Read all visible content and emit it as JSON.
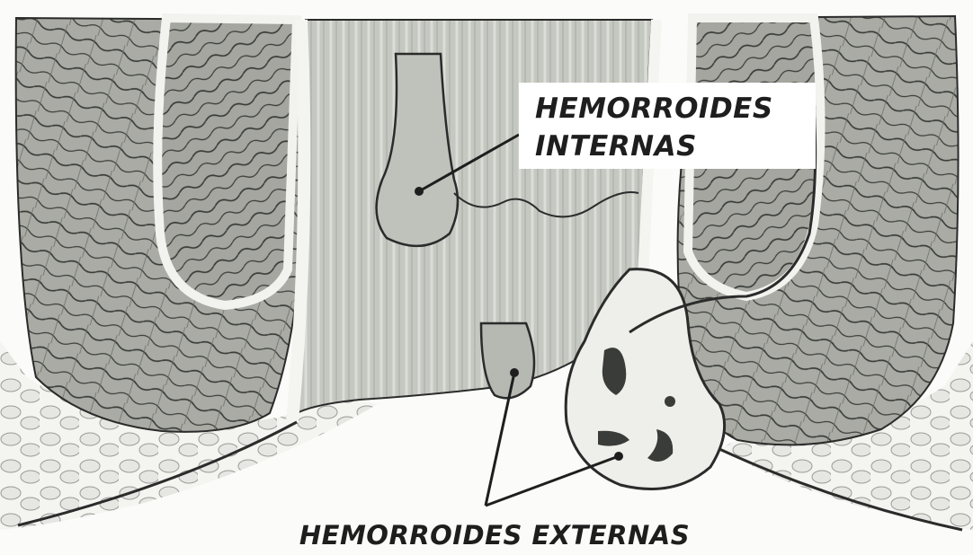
{
  "labels": {
    "internal_line1": "HEMORROIDES",
    "internal_line2": "INTERNAS",
    "external": "HEMORROIDES EXTERNAS"
  },
  "colors": {
    "background": "#fbfbf9",
    "muscle_fill": "#a9aba4",
    "muscle_lines": "#3a3c39",
    "canal_fill": "#c7c9c3",
    "outline": "#2b2b2b",
    "fat_tissue": "#e9e9e5",
    "text": "#1e1e1e"
  }
}
